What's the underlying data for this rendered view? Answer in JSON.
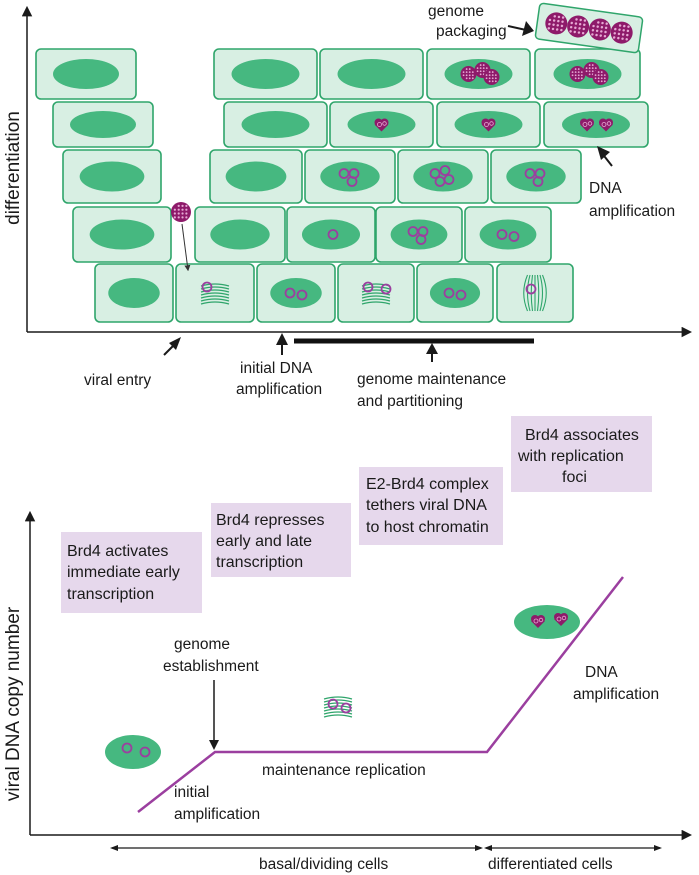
{
  "colors": {
    "cell_fill": "#d8efe3",
    "cell_stroke": "#2fa56b",
    "nucleus": "#46b880",
    "virus": "#8e1a6a",
    "episome": "#9b3f9f",
    "box_fill": "#e6d8ec",
    "curve": "#9b3f9f",
    "axis": "#1a1a1a"
  },
  "top_panel": {
    "y_axis_label": "differentiation",
    "annotations": {
      "genome_packaging": [
        "genome",
        "packaging"
      ],
      "dna_amplification": [
        "DNA",
        "amplification"
      ],
      "viral_entry": [
        "viral entry"
      ],
      "initial_dna_amplification": [
        "initial DNA",
        "amplification"
      ],
      "genome_maintenance": [
        "genome maintenance",
        "and partitioning"
      ]
    }
  },
  "bottom_panel": {
    "y_axis_label": "viral DNA copy number",
    "boxes": {
      "brd4_activates": [
        "Brd4 activates",
        "immediate early",
        "transcription"
      ],
      "brd4_represses": [
        "Brd4 represses",
        "early and late",
        "transcription"
      ],
      "e2_brd4": [
        "E2-Brd4 complex",
        "tethers viral DNA",
        "to host chromatin"
      ],
      "brd4_associates": [
        "Brd4 associates",
        "with replication",
        "foci"
      ]
    },
    "annotations": {
      "genome_establishment": [
        "genome",
        "establishment"
      ],
      "maintenance_replication": [
        "maintenance replication"
      ],
      "initial_amplification": [
        "initial",
        "amplification"
      ],
      "dna_amplification": [
        "DNA",
        "amplification"
      ]
    },
    "x_ranges": {
      "basal": "basal/dividing cells",
      "differentiated": "differentiated cells"
    }
  }
}
